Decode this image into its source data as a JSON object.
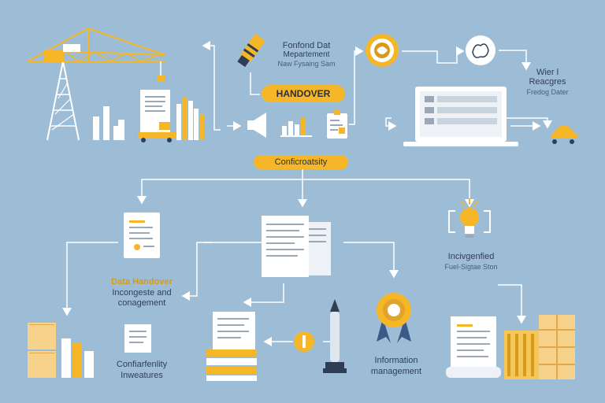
{
  "labels": {
    "frontend_title": "Fonfond Dat",
    "frontend_sub1": "Mepartement",
    "frontend_sub2": "Naw Fysaing Sam",
    "handover_pill": "HANDOVER",
    "conformity_pill": "Conficroatsity",
    "right_title1": "Wier l",
    "right_title2": "Reacgres",
    "right_sub": "Fredog Dater",
    "middle_right_title": "Incivgenfied",
    "middle_right_sub": "Fuel-Sigtae Ston",
    "data_handover_1": "Data Handover",
    "data_handover_2": "Incongeste and",
    "data_handover_3": "conagement",
    "confidentiality_1": "Confiarfenlity",
    "confidentiality_2": "Inweatures",
    "info_mgmt_1": "Information",
    "info_mgmt_2": "management"
  },
  "colors": {
    "background": "#9dbdd6",
    "accent": "#f5b728",
    "paper": "#ffffff",
    "line": "#ffffff",
    "text": "#2f3e54"
  }
}
